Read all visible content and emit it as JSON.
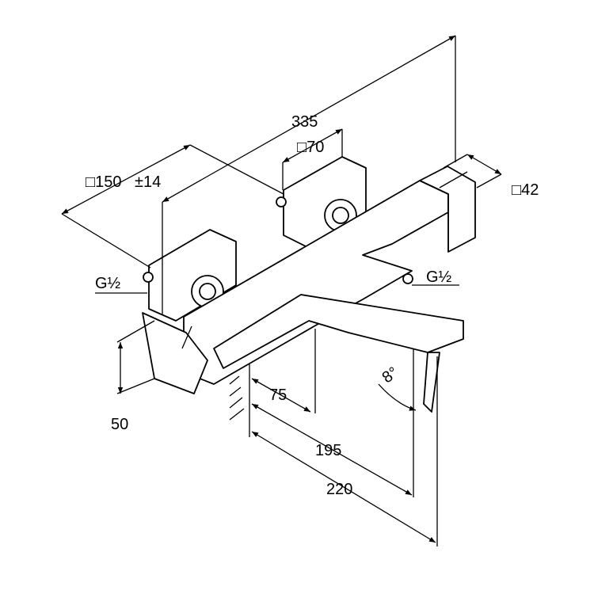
{
  "dimensions": {
    "overall_width": "335",
    "body_square": "□70",
    "flange_square": "□150",
    "flange_tolerance": "±14",
    "handle_square": "□42",
    "inlet_left": "G½",
    "inlet_right": "G½",
    "lever_height": "50",
    "spout_offset": "75",
    "spout_reach": "195",
    "total_reach": "220",
    "spout_angle": "8°"
  }
}
